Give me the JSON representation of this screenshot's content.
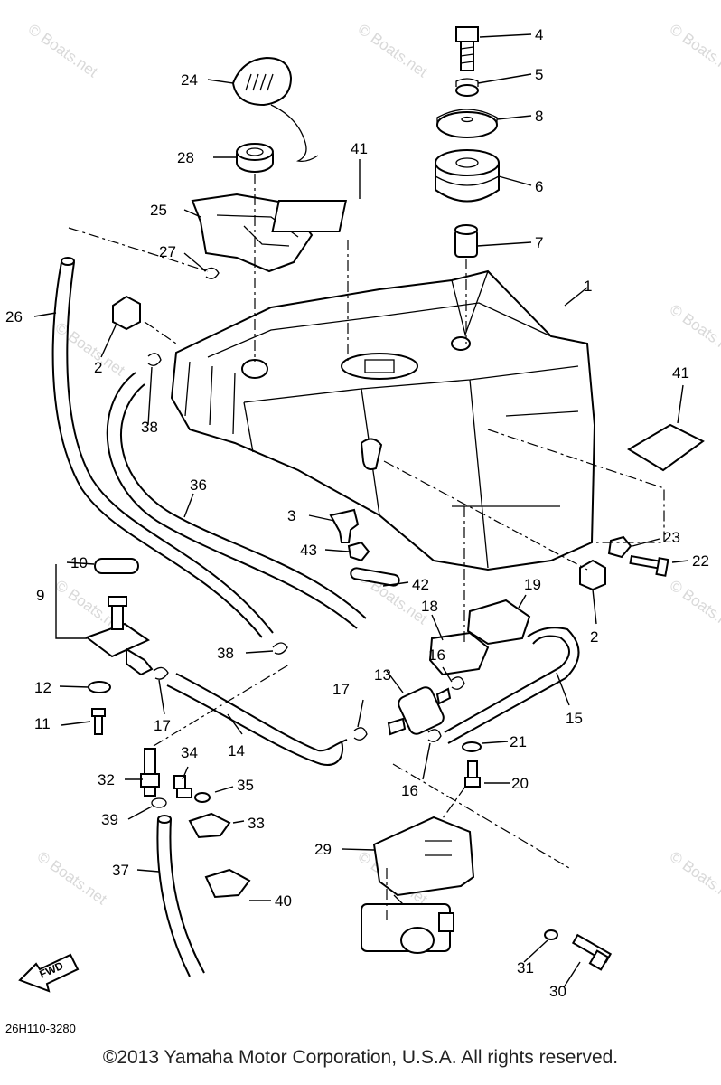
{
  "figure": {
    "code": "26H110-3280",
    "fwd_label": "FWD",
    "copyright": "©2013 Yamaha Motor Corporation, U.S.A. All rights reserved.",
    "watermark": "© Boats.net"
  },
  "callouts": [
    {
      "id": "c1",
      "label": "1"
    },
    {
      "id": "c2a",
      "label": "2"
    },
    {
      "id": "c2b",
      "label": "2"
    },
    {
      "id": "c3",
      "label": "3"
    },
    {
      "id": "c4",
      "label": "4"
    },
    {
      "id": "c5",
      "label": "5"
    },
    {
      "id": "c6",
      "label": "6"
    },
    {
      "id": "c7",
      "label": "7"
    },
    {
      "id": "c8",
      "label": "8"
    },
    {
      "id": "c9",
      "label": "9"
    },
    {
      "id": "c10",
      "label": "10"
    },
    {
      "id": "c11",
      "label": "11"
    },
    {
      "id": "c12",
      "label": "12"
    },
    {
      "id": "c13",
      "label": "13"
    },
    {
      "id": "c14",
      "label": "14"
    },
    {
      "id": "c15",
      "label": "15"
    },
    {
      "id": "c16a",
      "label": "16"
    },
    {
      "id": "c16b",
      "label": "16"
    },
    {
      "id": "c17a",
      "label": "17"
    },
    {
      "id": "c17b",
      "label": "17"
    },
    {
      "id": "c18",
      "label": "18"
    },
    {
      "id": "c19",
      "label": "19"
    },
    {
      "id": "c20",
      "label": "20"
    },
    {
      "id": "c21",
      "label": "21"
    },
    {
      "id": "c22",
      "label": "22"
    },
    {
      "id": "c23",
      "label": "23"
    },
    {
      "id": "c24",
      "label": "24"
    },
    {
      "id": "c25",
      "label": "25"
    },
    {
      "id": "c26",
      "label": "26"
    },
    {
      "id": "c27",
      "label": "27"
    },
    {
      "id": "c28",
      "label": "28"
    },
    {
      "id": "c29",
      "label": "29"
    },
    {
      "id": "c30",
      "label": "30"
    },
    {
      "id": "c31",
      "label": "31"
    },
    {
      "id": "c32",
      "label": "32"
    },
    {
      "id": "c33",
      "label": "33"
    },
    {
      "id": "c34",
      "label": "34"
    },
    {
      "id": "c35",
      "label": "35"
    },
    {
      "id": "c36",
      "label": "36"
    },
    {
      "id": "c37",
      "label": "37"
    },
    {
      "id": "c38a",
      "label": "38"
    },
    {
      "id": "c38b",
      "label": "38"
    },
    {
      "id": "c39",
      "label": "39"
    },
    {
      "id": "c40",
      "label": "40"
    },
    {
      "id": "c41a",
      "label": "41"
    },
    {
      "id": "c41b",
      "label": "41"
    },
    {
      "id": "c42",
      "label": "42"
    },
    {
      "id": "c43",
      "label": "43"
    }
  ]
}
